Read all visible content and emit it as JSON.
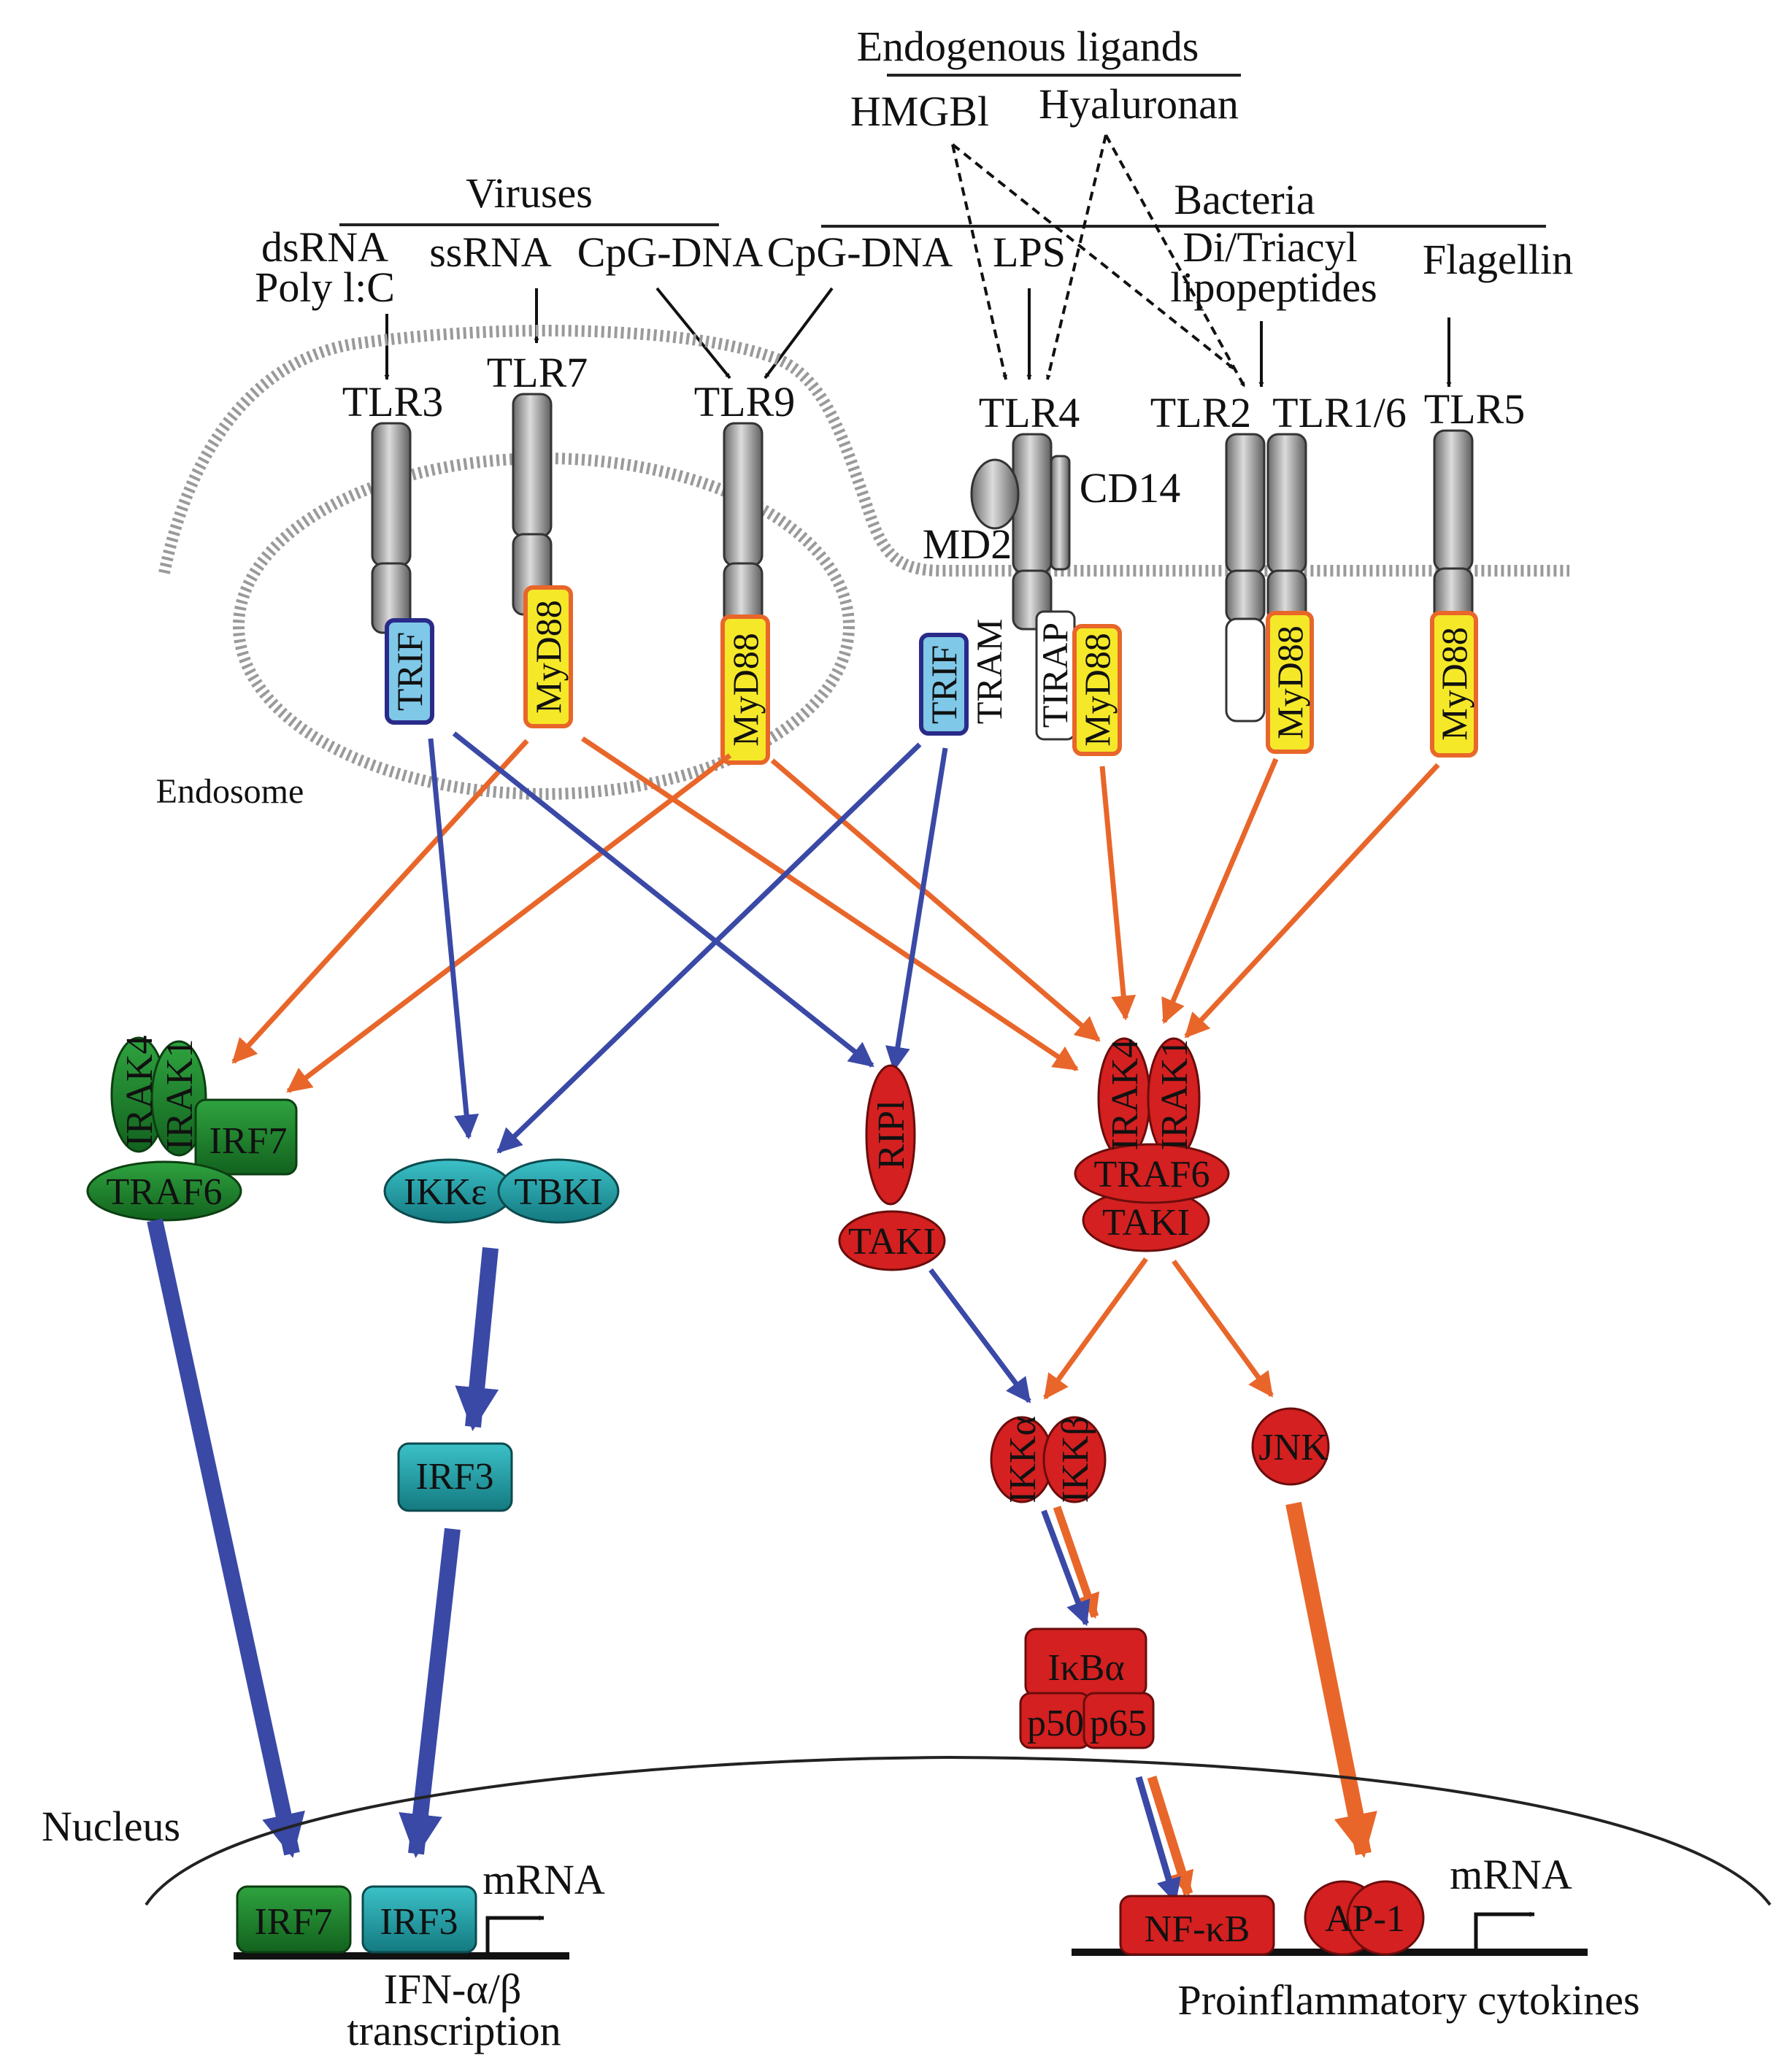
{
  "headers": {
    "endogenous_ligands": "Endogenous ligands",
    "viruses": "Viruses",
    "bacteria": "Bacteria"
  },
  "ligands": {
    "hmgb1": "HMGBl",
    "hyaluronan": "Hyaluronan",
    "dsrna": "dsRNA",
    "polyic": "Poly l:C",
    "ssrna": "ssRNA",
    "cpg1": "CpG-DNA",
    "cpg2": "CpG-DNA",
    "lps": "LPS",
    "ditriacyl": "Di/Triacyl",
    "lipopeptides": "lipopeptides",
    "flagellin": "Flagellin"
  },
  "receptors": {
    "tlr3": "TLR3",
    "tlr7": "TLR7",
    "tlr9": "TLR9",
    "tlr4": "TLR4",
    "tlr2": "TLR2",
    "tlr16": "TLR1/6",
    "tlr5": "TLR5",
    "cd14": "CD14",
    "md2": "MD2"
  },
  "adapters": {
    "trif": "TRIF",
    "myd88": "MyD88",
    "tram": "TRAM",
    "tirap": "TIRAP"
  },
  "compartments": {
    "endosome": "Endosome",
    "nucleus": "Nucleus"
  },
  "proteins": {
    "irak4": "IRAK4",
    "irak1": "IRAK1",
    "irf7": "IRF7",
    "traf6": "TRAF6",
    "ikke": "IKKε",
    "tbk1": "TBKI",
    "rip1": "RIPl",
    "tak1": "TAKI",
    "irf3": "IRF3",
    "ikka": "IKKα",
    "ikkb": "IKKβ",
    "jnk": "JNK",
    "ikba": "IκBα",
    "p50": "p50",
    "p65": "p65",
    "nfkb": "NF-κB",
    "ap1": "AP-1"
  },
  "outputs": {
    "mrna": "mRNA",
    "ifn": "IFN-α/β",
    "transcription": "transcription",
    "cytokines": "Proinflammatory cytokines"
  },
  "colors": {
    "myd88_path": "#E8662A",
    "trif_path": "#3A49A6",
    "irf7_green": "#1E8A2E",
    "tbk_teal": "#1AA0A8",
    "red": "#D42020",
    "yellow": "#F5E829",
    "lightblue": "#7FC8E8"
  }
}
